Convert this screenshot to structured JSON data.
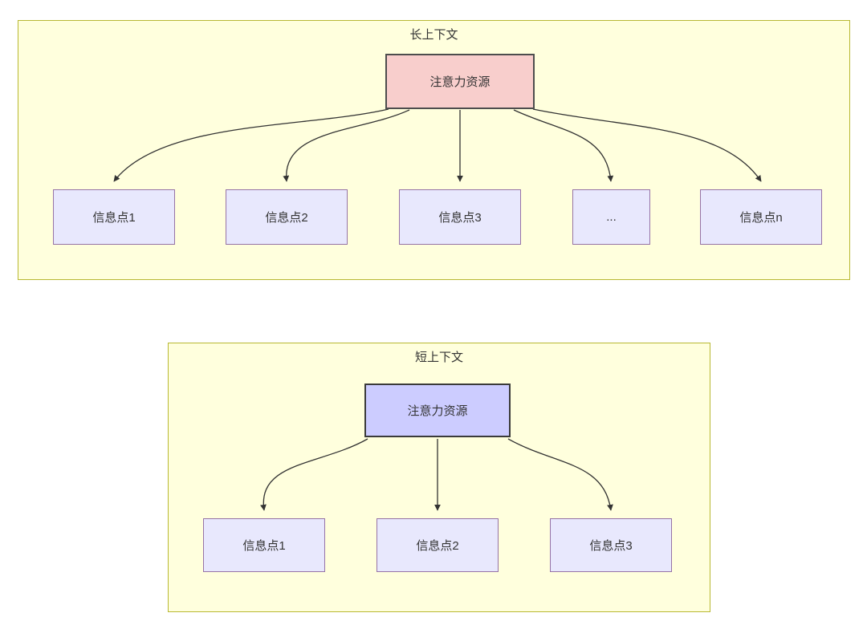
{
  "diagram": {
    "title_long": "长上下文",
    "title_short": "短上下文",
    "attention_label": "注意力资源",
    "colors": {
      "group_fill": "#ffffdd",
      "group_stroke": "#b8b832",
      "attention_long_fill": "#f8cecc",
      "attention_long_stroke": "#4d4d4d",
      "attention_short_fill": "#ccccff",
      "attention_short_stroke": "#3a3a3a",
      "info_fill": "#e8e8fd",
      "info_stroke": "#9673a6",
      "edge_stroke": "#333333",
      "text": "#333333"
    }
  },
  "long_context": {
    "title": "长上下文",
    "attention": {
      "label": "注意力资源"
    },
    "info_nodes": [
      {
        "label": "信息点1"
      },
      {
        "label": "信息点2"
      },
      {
        "label": "信息点3"
      },
      {
        "label": "..."
      },
      {
        "label": "信息点n"
      }
    ]
  },
  "short_context": {
    "title": "短上下文",
    "attention": {
      "label": "注意力资源"
    },
    "info_nodes": [
      {
        "label": "信息点1"
      },
      {
        "label": "信息点2"
      },
      {
        "label": "信息点3"
      }
    ]
  }
}
